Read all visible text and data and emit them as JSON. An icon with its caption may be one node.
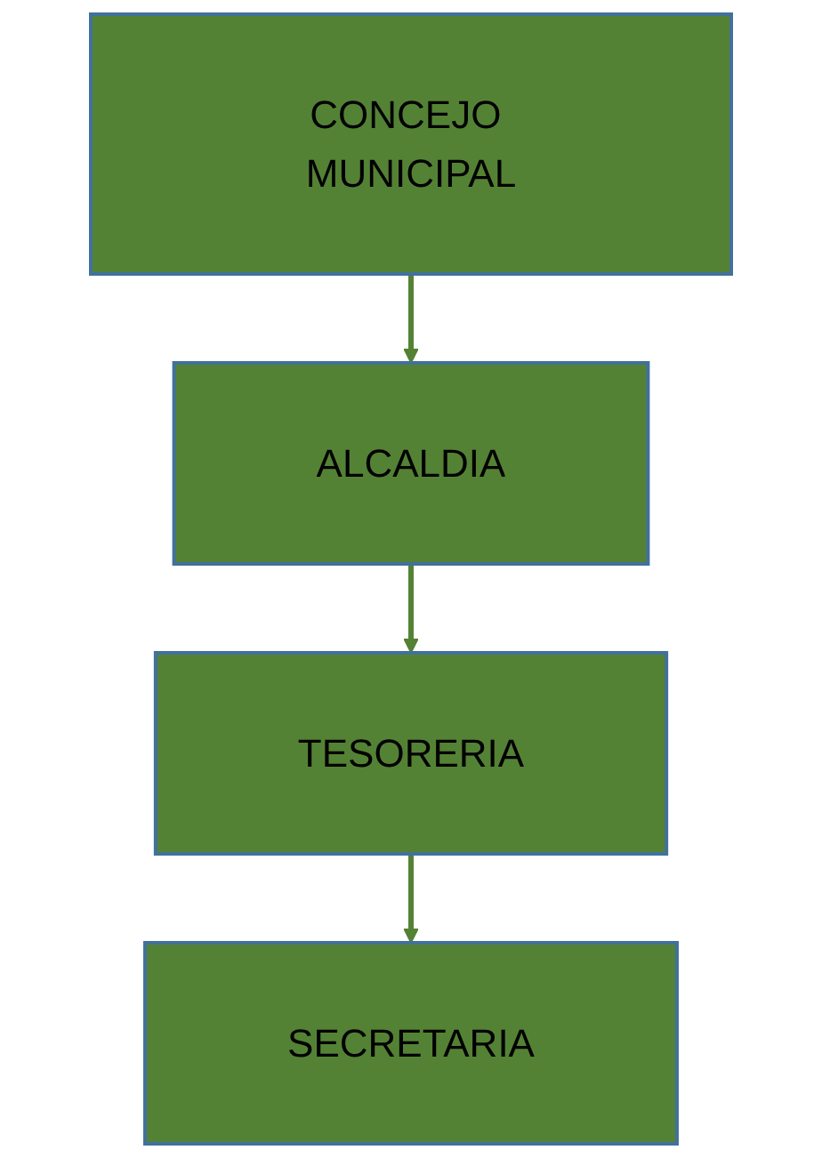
{
  "diagram": {
    "nodes": [
      {
        "text": [
          "CONCEJO MUNICIPAL"
        ]
      },
      {
        "text": [
          "ALCALDIA"
        ]
      },
      {
        "text": [
          "TESORERIA"
        ]
      },
      {
        "text": [
          "SECRETARIA"
        ]
      }
    ],
    "edges": [
      {
        "from": 0,
        "to": 1,
        "arrow": "to"
      },
      {
        "from": 1,
        "to": 2,
        "arrow": "to"
      },
      {
        "from": 2,
        "to": 3,
        "arrow": "to"
      }
    ]
  }
}
